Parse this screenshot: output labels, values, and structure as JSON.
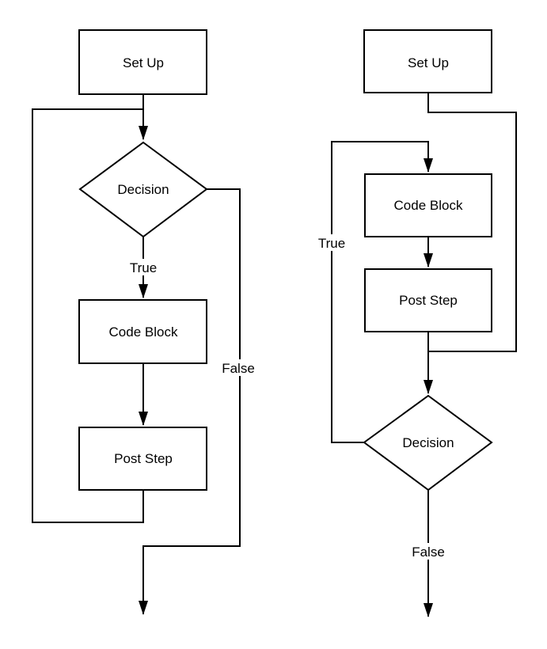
{
  "colors": {
    "background": "#ffffff",
    "line": "#000000",
    "text": "#000000",
    "shape_fill": "#ffffff"
  },
  "left_flowchart": {
    "setup": "Set Up",
    "decision": "Decision",
    "code_block": "Code Block",
    "post_step": "Post Step",
    "true_branch": "True",
    "false_branch": "False"
  },
  "right_flowchart": {
    "setup": "Set Up",
    "decision": "Decision",
    "code_block": "Code Block",
    "post_step": "Post Step",
    "true_branch": "True",
    "false_branch": "False"
  }
}
